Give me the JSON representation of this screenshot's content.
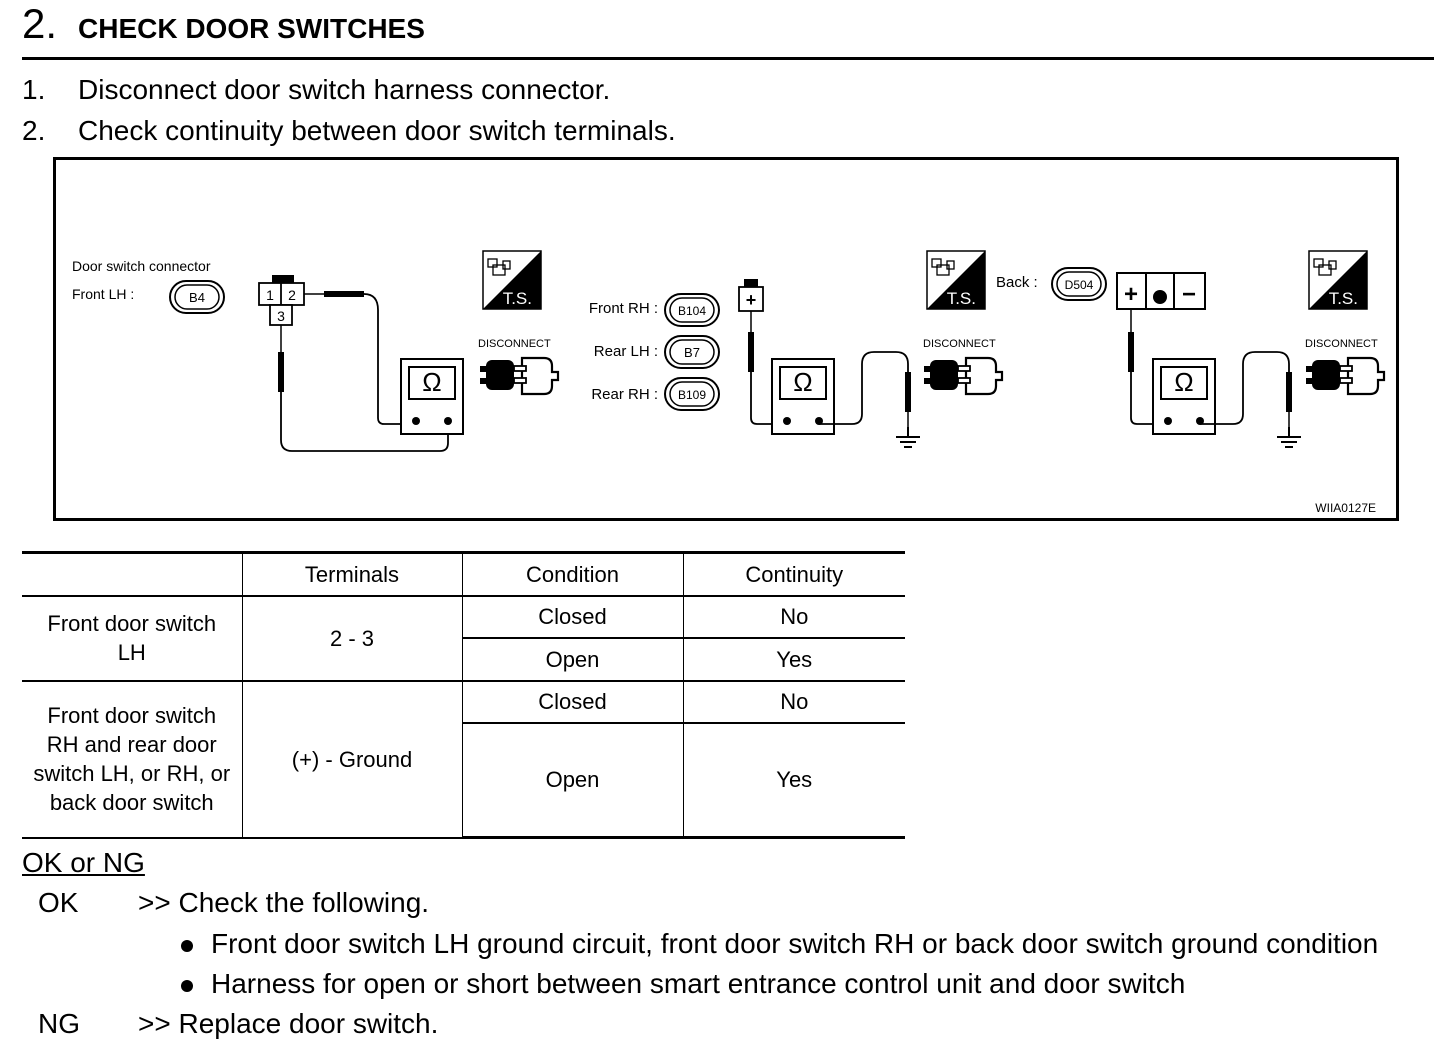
{
  "header": {
    "step_number": "2.",
    "title": "CHECK DOOR SWITCHES"
  },
  "instructions": [
    {
      "num": "1.",
      "text": "Disconnect door switch harness connector."
    },
    {
      "num": "2.",
      "text": "Check continuity between door switch terminals."
    }
  ],
  "figure": {
    "connector_heading": "Door switch connector",
    "front_lh_label": "Front LH :",
    "front_lh_code": "B4",
    "pins_lh": [
      "1",
      "2",
      "3"
    ],
    "front_rh_label": "Front RH :",
    "front_rh_code": "B104",
    "rear_lh_label": "Rear LH :",
    "rear_lh_code": "B7",
    "rear_rh_label": "Rear RH :",
    "rear_rh_code": "B109",
    "plus_pin": "+",
    "back_label": "Back :",
    "back_code": "D504",
    "back_plus": "+",
    "back_minus": "−",
    "ts_label": "T.S.",
    "disconnect_label": "DISCONNECT",
    "ohm_symbol": "Ω",
    "figure_code": "WIIA0127E"
  },
  "table": {
    "headers": [
      "",
      "Terminals",
      "Condition",
      "Continuity"
    ],
    "groups": [
      {
        "component": "Front door switch LH",
        "terminals": "2 - 3",
        "rows": [
          {
            "condition": "Closed",
            "continuity": "No"
          },
          {
            "condition": "Open",
            "continuity": "Yes"
          }
        ]
      },
      {
        "component": "Front door switch RH and rear door switch LH, or RH, or back door switch",
        "terminals": "(+) - Ground",
        "rows": [
          {
            "condition": "Closed",
            "continuity": "No"
          },
          {
            "condition": "Open",
            "continuity": "Yes"
          }
        ]
      }
    ]
  },
  "result": {
    "heading": "OK or NG",
    "ok_label": "OK",
    "ok_text": ">> Check the following.",
    "ok_items": [
      "Front door switch LH ground circuit, front door switch RH or back door switch ground condition",
      "Harness for open or short between smart entrance control unit and door switch"
    ],
    "ng_label": "NG",
    "ng_text": ">> Replace door switch."
  }
}
